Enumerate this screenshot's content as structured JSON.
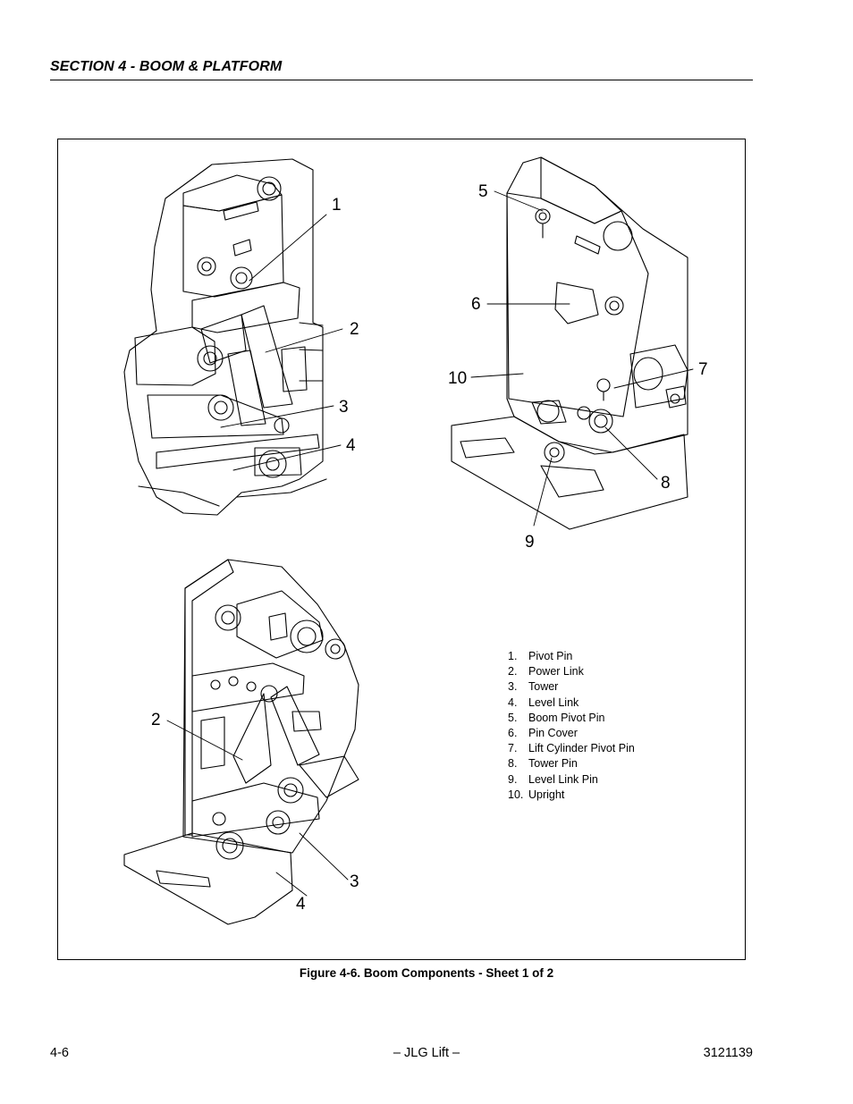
{
  "header": {
    "section_title": "SECTION 4 - BOOM & PLATFORM"
  },
  "figure": {
    "callouts": {
      "view_a": [
        "1",
        "2",
        "3",
        "4"
      ],
      "view_b": [
        "5",
        "6",
        "10",
        "7",
        "8",
        "9"
      ],
      "view_c": [
        "2",
        "3",
        "4"
      ]
    },
    "legend": [
      {
        "num": "1.",
        "label": "Pivot Pin"
      },
      {
        "num": "2.",
        "label": "Power Link"
      },
      {
        "num": "3.",
        "label": "Tower"
      },
      {
        "num": "4.",
        "label": "Level Link"
      },
      {
        "num": "5.",
        "label": "Boom Pivot Pin"
      },
      {
        "num": "6.",
        "label": "Pin Cover"
      },
      {
        "num": "7.",
        "label": "Lift Cylinder Pivot Pin"
      },
      {
        "num": "8.",
        "label": "Tower Pin"
      },
      {
        "num": "9.",
        "label": "Level Link Pin"
      },
      {
        "num": "10.",
        "label": "Upright"
      }
    ],
    "caption": "Figure 4-6.  Boom Components - Sheet 1 of 2"
  },
  "footer": {
    "page_number": "4-6",
    "center": "– JLG Lift –",
    "doc_number": "3121139"
  }
}
